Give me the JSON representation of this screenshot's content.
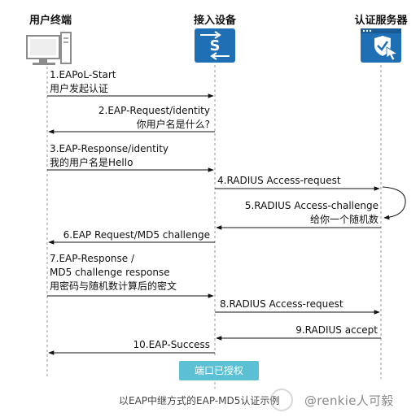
{
  "actors": {
    "terminal": "用户终端",
    "access_device": "接入设备",
    "auth_server": "认证服务器"
  },
  "messages": [
    {
      "id": "m1",
      "lines": [
        "1.EAPoL-Start",
        "用户发起认证"
      ]
    },
    {
      "id": "m2",
      "lines": [
        "2.EAP-Request/identity",
        "你用户名是什么?"
      ]
    },
    {
      "id": "m3",
      "lines": [
        "3.EAP-Response/identity",
        "我的用户名是Hello"
      ]
    },
    {
      "id": "m4",
      "lines": [
        "4.RADIUS Access-request"
      ]
    },
    {
      "id": "m5",
      "lines": [
        "5.RADIUS Access-challenge",
        "给你一个随机数"
      ]
    },
    {
      "id": "m6",
      "lines": [
        "6.EAP Request/MD5 challenge"
      ]
    },
    {
      "id": "m7",
      "lines": [
        "7.EAP-Response /",
        "MD5 challenge response",
        "用密码与随机数计算后的密文"
      ]
    },
    {
      "id": "m8",
      "lines": [
        "8.RADIUS Access-request"
      ]
    },
    {
      "id": "m9",
      "lines": [
        "9.RADIUS accept"
      ]
    },
    {
      "id": "m10",
      "lines": [
        "10.EAP-Success"
      ]
    }
  ],
  "status_badge": "端口已授权",
  "caption": "以EAP中继方式的EAP-MD5认证示例",
  "watermark": "@renkie人可毅",
  "icons": {
    "terminal": "computer-icon",
    "access_device": "switch-icon",
    "auth_server": "shield-server-icon"
  },
  "colors": {
    "device_blue": "#1f6fb5",
    "status_badge": "#5bc0d4",
    "lifeline": "#999999",
    "arrow": "#111111"
  }
}
